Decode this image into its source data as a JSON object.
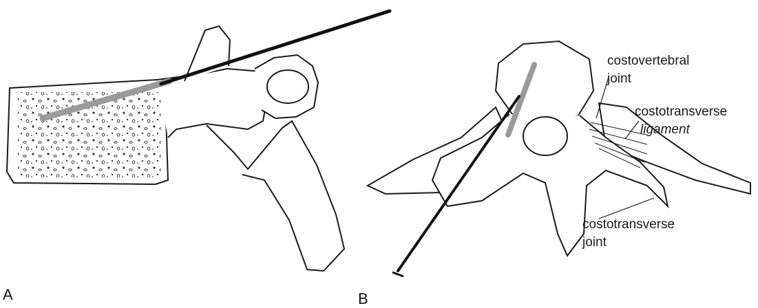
{
  "panels": [
    {
      "id": "A",
      "label": "A"
    },
    {
      "id": "B",
      "label": "B"
    }
  ],
  "labels": {
    "costovertebral_line1": "costovertebral",
    "costovertebral_line2": "joint",
    "costotransverse_lig_line1": "costotransverse",
    "costotransverse_lig_line2": "ligament",
    "costotransverse_joint_line1": "costotransverse",
    "costotransverse_joint_line2": "joint"
  },
  "colors": {
    "ink": "#1a1a1a",
    "bone_fill": "#ffffff",
    "shading": "#9a9a9a",
    "needle": "#111111"
  }
}
